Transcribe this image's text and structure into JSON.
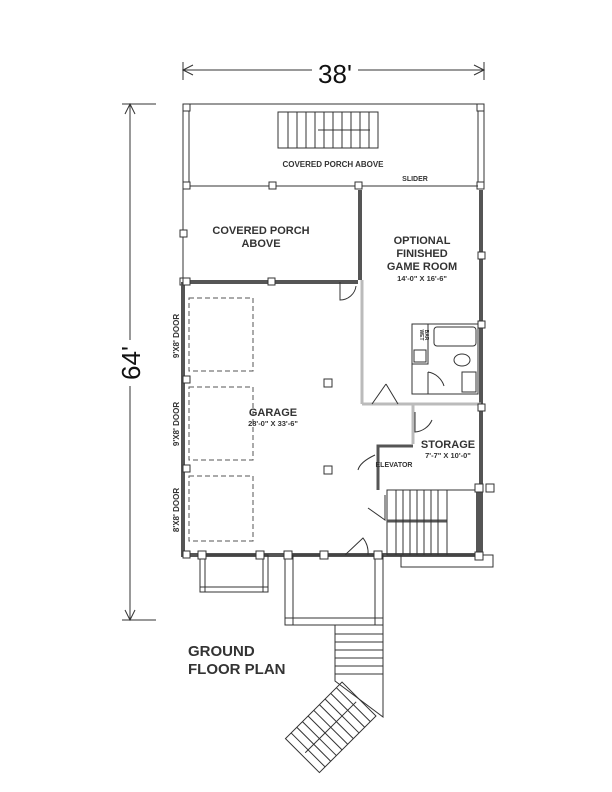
{
  "dimensions": {
    "width": "38'",
    "depth": "64'"
  },
  "title": {
    "line1": "GROUND",
    "line2": "FLOOR PLAN"
  },
  "rooms": {
    "porch_top": "COVERED PORCH ABOVE",
    "porch_mid_1": "COVERED PORCH",
    "porch_mid_2": "ABOVE",
    "slider": "SLIDER",
    "game_1": "OPTIONAL",
    "game_2": "FINISHED",
    "game_3": "GAME ROOM",
    "game_size": "14'-0\" X 16'-6\"",
    "wet_bar_1": "WET",
    "wet_bar_2": "BAR",
    "garage": "GARAGE",
    "garage_size": "28'-0\" X 33'-6\"",
    "storage": "STORAGE",
    "storage_size": "7'-7\" X 10'-0\"",
    "elevator": "ELEVATOR",
    "door1": "9'X8' DOOR",
    "door2": "9'X8' DOOR",
    "door3": "8'X8' DOOR"
  }
}
